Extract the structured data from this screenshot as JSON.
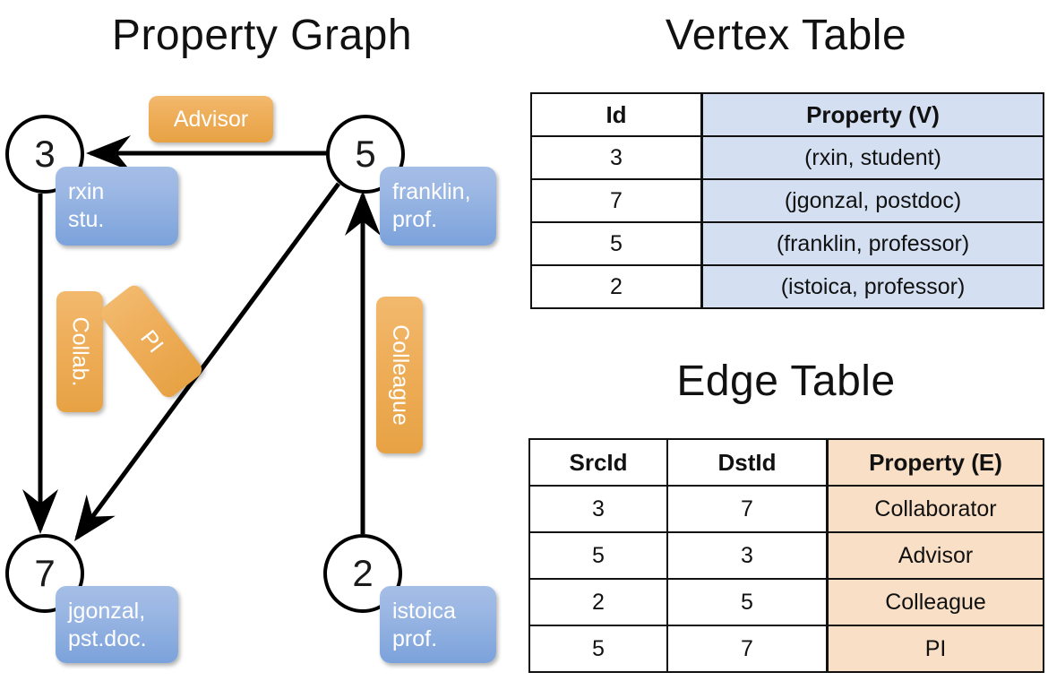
{
  "titles": {
    "property_graph": "Property Graph",
    "vertex_table": "Vertex Table",
    "edge_table": "Edge Table"
  },
  "colors": {
    "vertex_cell_blue": "#d4e0f2",
    "edge_cell_orange": "#f8dfc6",
    "node_box_blue": "#7ba2db",
    "edge_label_orange": "#eead58",
    "stroke": "#111111",
    "background": "#ffffff"
  },
  "graph": {
    "nodes": [
      {
        "id": "3",
        "label": "3",
        "property_lines": [
          "rxin",
          "stu."
        ]
      },
      {
        "id": "5",
        "label": "5",
        "property_lines": [
          "franklin,",
          "prof."
        ]
      },
      {
        "id": "7",
        "label": "7",
        "property_lines": [
          "jgonzal,",
          "pst.doc."
        ]
      },
      {
        "id": "2",
        "label": "2",
        "property_lines": [
          "istoica",
          "prof."
        ]
      }
    ],
    "edge_labels": [
      {
        "name": "advisor",
        "text": "Advisor",
        "orientation": "horizontal"
      },
      {
        "name": "collab",
        "text": "Collab.",
        "orientation": "vertical"
      },
      {
        "name": "pi",
        "text": "PI",
        "orientation": "diagonal"
      },
      {
        "name": "colleague",
        "text": "Colleague",
        "orientation": "vertical"
      }
    ],
    "edges": [
      {
        "src": "5",
        "dst": "3",
        "label": "Advisor"
      },
      {
        "src": "3",
        "dst": "7",
        "label": "Collab."
      },
      {
        "src": "5",
        "dst": "7",
        "label": "PI"
      },
      {
        "src": "2",
        "dst": "5",
        "label": "Colleague"
      }
    ]
  },
  "vertex_table": {
    "headers": [
      "Id",
      "Property (V)"
    ],
    "rows": [
      {
        "id": "3",
        "property": "(rxin, student)"
      },
      {
        "id": "7",
        "property": "(jgonzal, postdoc)"
      },
      {
        "id": "5",
        "property": "(franklin, professor)"
      },
      {
        "id": "2",
        "property": "(istoica, professor)"
      }
    ]
  },
  "edge_table": {
    "headers": [
      "SrcId",
      "DstId",
      "Property (E)"
    ],
    "rows": [
      {
        "src": "3",
        "dst": "7",
        "property": "Collaborator"
      },
      {
        "src": "5",
        "dst": "3",
        "property": "Advisor"
      },
      {
        "src": "2",
        "dst": "5",
        "property": "Colleague"
      },
      {
        "src": "5",
        "dst": "7",
        "property": "PI"
      }
    ]
  }
}
